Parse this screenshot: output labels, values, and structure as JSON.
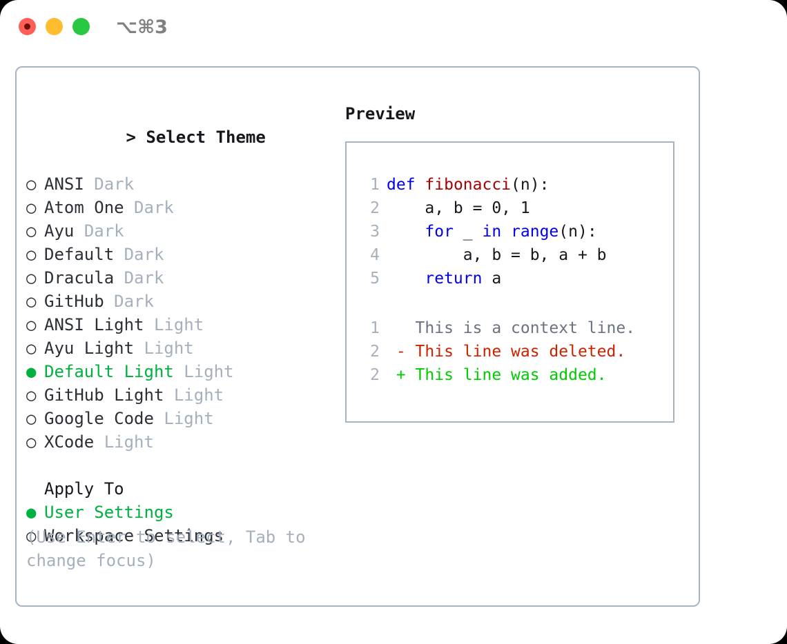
{
  "window": {
    "shortcut_label": "⌥⌘3",
    "traffic_lights": [
      {
        "name": "close",
        "color": "#ff5f57"
      },
      {
        "name": "minimize",
        "color": "#febc2e"
      },
      {
        "name": "zoom",
        "color": "#28c840"
      }
    ]
  },
  "colors": {
    "accent_green": "#00b140",
    "border": "#a9b4c2",
    "muted": "#a6b0bd",
    "text": "#16181d",
    "keyword_blue": "#0000ee",
    "function_red": "#aa0000",
    "diff_delete": "#cc2200",
    "diff_add": "#00cc00",
    "diff_context": "#6b7280"
  },
  "theme_list": {
    "header_prefix": ">",
    "header": "Select Theme",
    "marker_selected": "●",
    "marker_unselected": "○",
    "items": [
      {
        "name": "ANSI",
        "badge": "Dark",
        "selected": false
      },
      {
        "name": "Atom One",
        "badge": "Dark",
        "selected": false
      },
      {
        "name": "Ayu",
        "badge": "Dark",
        "selected": false
      },
      {
        "name": "Default",
        "badge": "Dark",
        "selected": false
      },
      {
        "name": "Dracula",
        "badge": "Dark",
        "selected": false
      },
      {
        "name": "GitHub",
        "badge": "Dark",
        "selected": false
      },
      {
        "name": "ANSI Light",
        "badge": "Light",
        "selected": false
      },
      {
        "name": "Ayu Light",
        "badge": "Light",
        "selected": false
      },
      {
        "name": "Default Light",
        "badge": "Light",
        "selected": true
      },
      {
        "name": "GitHub Light",
        "badge": "Light",
        "selected": false
      },
      {
        "name": "Google Code",
        "badge": "Light",
        "selected": false
      },
      {
        "name": "XCode",
        "badge": "Light",
        "selected": false
      }
    ]
  },
  "apply_to": {
    "label": "Apply To",
    "items": [
      {
        "name": "User Settings",
        "selected": true
      },
      {
        "name": "Workspace Settings",
        "selected": false
      }
    ]
  },
  "hint": "(Use Enter to select, Tab to change focus)",
  "preview": {
    "title": "Preview",
    "code_lines": [
      {
        "no": "1",
        "tokens": [
          {
            "t": "def",
            "c": "kw"
          },
          {
            "t": " ",
            "c": "plain"
          },
          {
            "t": "fibonacci",
            "c": "fn"
          },
          {
            "t": "(n):",
            "c": "plain"
          }
        ]
      },
      {
        "no": "2",
        "tokens": [
          {
            "t": "    a, b = 0, 1",
            "c": "plain"
          }
        ]
      },
      {
        "no": "3",
        "tokens": [
          {
            "t": "    ",
            "c": "plain"
          },
          {
            "t": "for",
            "c": "kw"
          },
          {
            "t": " _ ",
            "c": "plain"
          },
          {
            "t": "in",
            "c": "kw"
          },
          {
            "t": " ",
            "c": "plain"
          },
          {
            "t": "range",
            "c": "kw"
          },
          {
            "t": "(n):",
            "c": "plain"
          }
        ]
      },
      {
        "no": "4",
        "tokens": [
          {
            "t": "        a, b = b, a + b",
            "c": "plain"
          }
        ]
      },
      {
        "no": "5",
        "tokens": [
          {
            "t": "    ",
            "c": "plain"
          },
          {
            "t": "return",
            "c": "kw"
          },
          {
            "t": " a",
            "c": "plain"
          }
        ]
      }
    ],
    "diff_lines": [
      {
        "no": "1",
        "sign": " ",
        "text": "This is a context line.",
        "kind": "ctx"
      },
      {
        "no": "2",
        "sign": "-",
        "text": "This line was deleted.",
        "kind": "del"
      },
      {
        "no": "2",
        "sign": "+",
        "text": "This line was added.",
        "kind": "add"
      }
    ]
  }
}
